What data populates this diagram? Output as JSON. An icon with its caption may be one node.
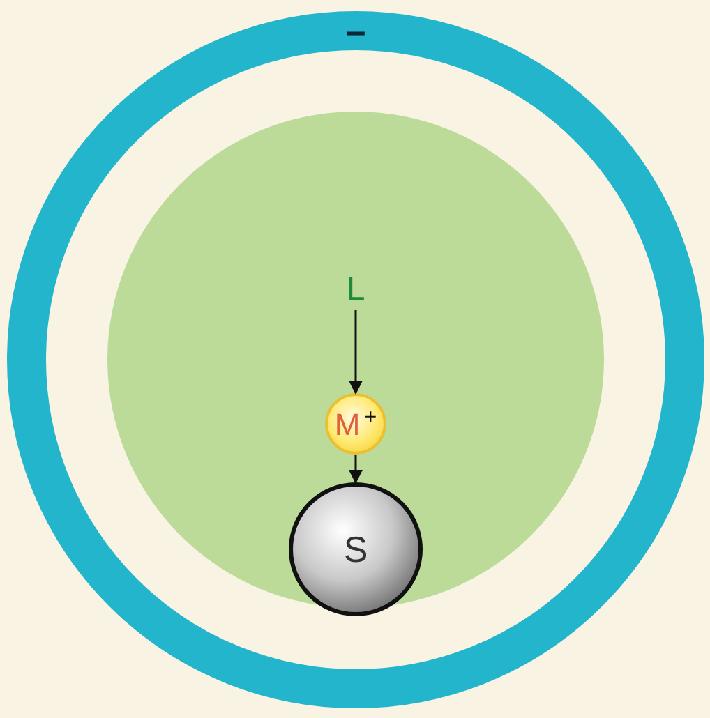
{
  "diagram": {
    "nodes": [
      {
        "text": [
          "–"
        ]
      },
      {
        "text": [],
        "shape": "circle",
        "in": 0
      },
      {
        "text": [
          "L"
        ],
        "in": 1
      },
      {
        "text": [
          "M$^{+}$"
        ],
        "in": 1
      },
      {
        "text": [
          "S"
        ],
        "in": 1
      }
    ],
    "edges": [
      {
        "from": 2,
        "to": 3,
        "arrow": "to"
      },
      {
        "from": 3,
        "to": 4,
        "arrow": "to"
      }
    ]
  }
}
